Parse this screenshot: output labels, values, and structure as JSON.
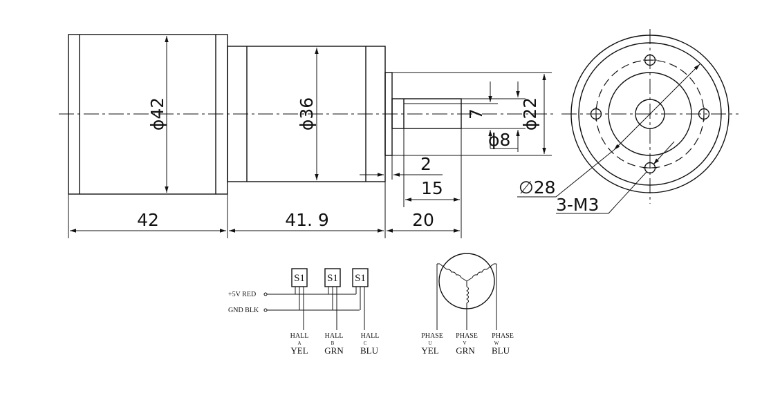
{
  "dimensions": {
    "body_diameter": "ϕ42",
    "gearbox_diameter": "ϕ36",
    "flange_diameter": "ϕ22",
    "shaft_diameter": "ϕ8",
    "shaft_flat": "7",
    "flange_step": "2",
    "shaft_flat_length": "15",
    "shaft_length": "20",
    "body_length": "42",
    "gearbox_length": "41. 9",
    "pcd": "∅28",
    "mount_holes": "3-M3"
  },
  "hall_circuit": {
    "supply_pos": "+5V  RED",
    "supply_gnd": "GND  BLK",
    "sensors": [
      "S1",
      "S1",
      "S1"
    ],
    "outputs": [
      {
        "label": "HALL",
        "sub": "A",
        "color": "YEL"
      },
      {
        "label": "HALL",
        "sub": "B",
        "color": "GRN"
      },
      {
        "label": "HALL",
        "sub": "C",
        "color": "BLU"
      }
    ]
  },
  "phase_circuit": {
    "outputs": [
      {
        "label": "PHASE",
        "sub": "U",
        "color": "YEL"
      },
      {
        "label": "PHASE",
        "sub": "V",
        "color": "GRN"
      },
      {
        "label": "PHASE",
        "sub": "W",
        "color": "BLU"
      }
    ]
  }
}
